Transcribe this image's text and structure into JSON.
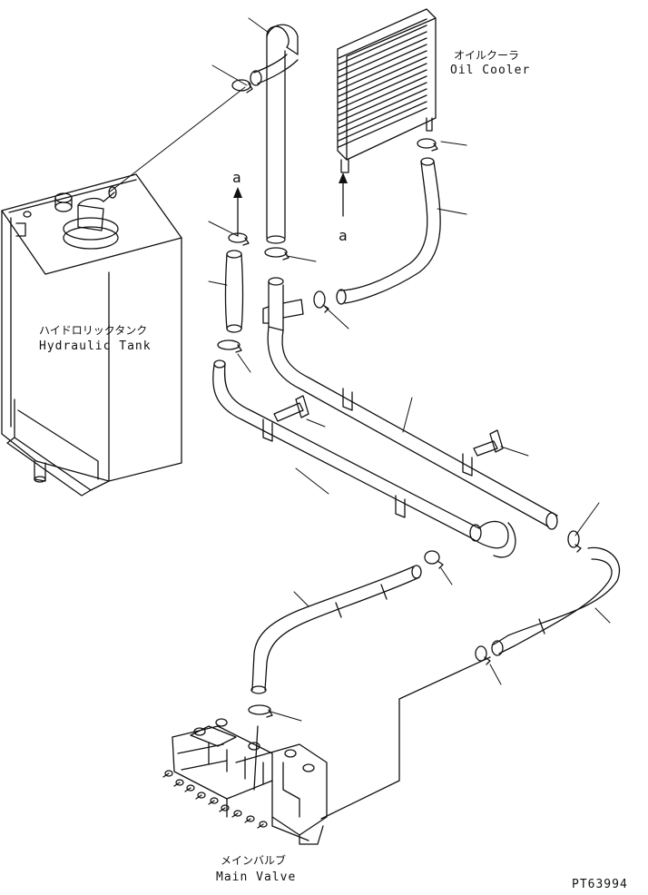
{
  "colors": {
    "ink": "#111111",
    "paper": "#ffffff"
  },
  "labels": {
    "oil_cooler_jp": "オイルクーラ",
    "oil_cooler_en": "Oil Cooler",
    "hydraulic_tank_jp": "ハイドロリックタンク",
    "hydraulic_tank_en": "Hydraulic Tank",
    "main_valve_jp": "メインバルブ",
    "main_valve_en": "Main Valve",
    "callout_a": "a",
    "figure_id": "PT63994"
  },
  "components": [
    {
      "name": "hydraulic-tank",
      "icon": "tank-icon"
    },
    {
      "name": "oil-cooler",
      "icon": "radiator-icon"
    },
    {
      "name": "main-valve",
      "icon": "valve-block-icon"
    },
    {
      "name": "hose-clamp",
      "icon": "clamp-icon"
    },
    {
      "name": "bolt",
      "icon": "bolt-icon"
    },
    {
      "name": "tee-fitting",
      "icon": "tee-icon"
    }
  ]
}
